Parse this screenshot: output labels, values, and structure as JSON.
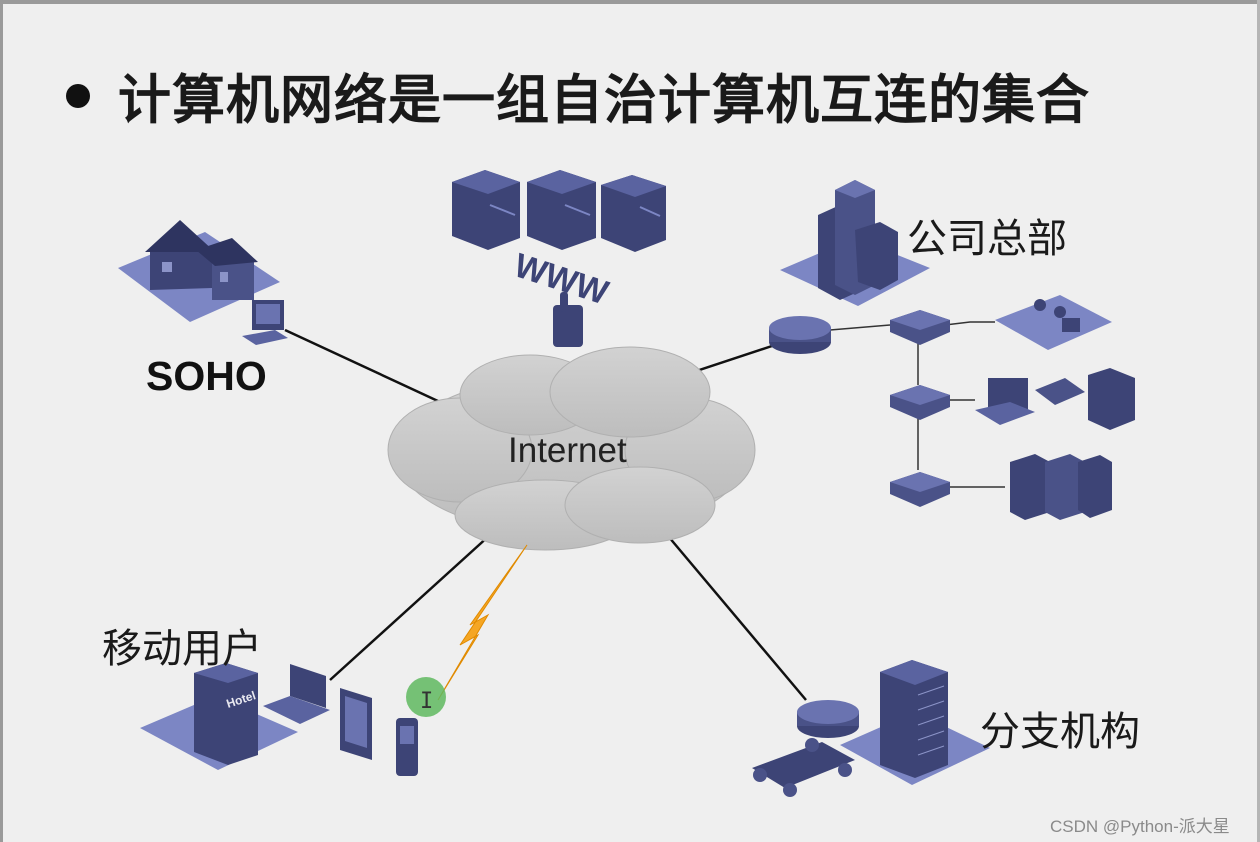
{
  "title": "计算机网络是一组自治计算机互连的集合",
  "nodes": {
    "internet": "Internet",
    "soho": "SOHO",
    "headquarters": "公司总部",
    "mobile_users": "移动用户",
    "branch": "分支机构"
  },
  "device_labels": {
    "www": "WWW",
    "hotel": "Hotel"
  },
  "watermark": "CSDN @Python-派大星",
  "colors": {
    "device_dark": "#3d4476",
    "device_mid": "#5a63a0",
    "platform": "#7c86c4",
    "cloud": "#c8c8c8",
    "lightning": "#f5a623",
    "cursor_highlight": "#5fb85f"
  }
}
